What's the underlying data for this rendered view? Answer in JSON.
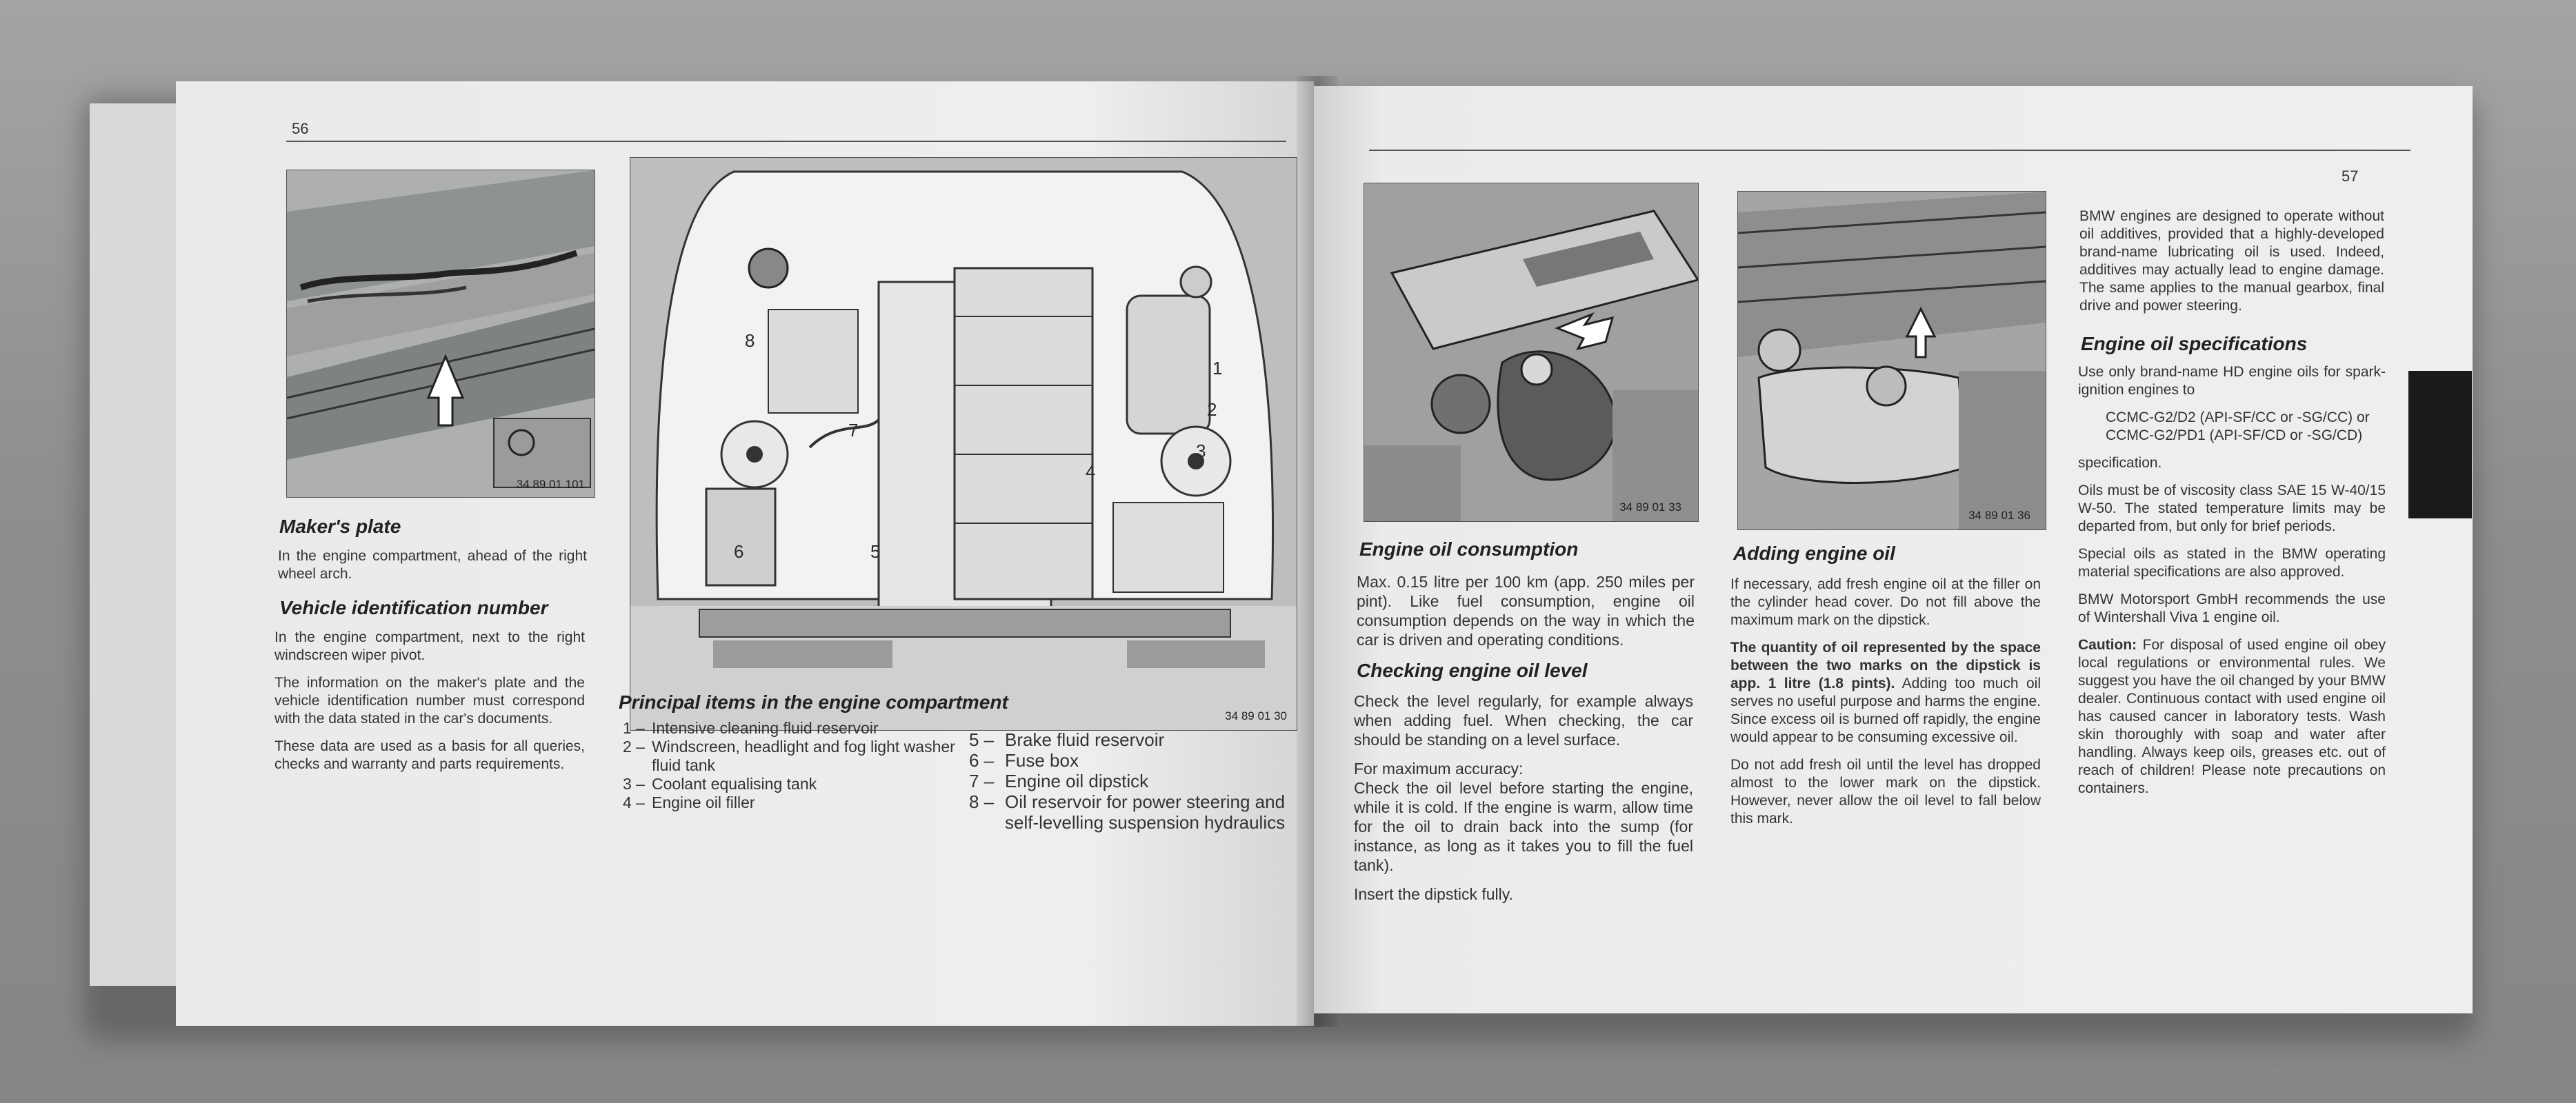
{
  "left_page": {
    "page_number": "56",
    "figure_makers_plate_code": "34 89 01 101",
    "figure_engine_bay_code": "34 89 01 30",
    "callouts": [
      "1",
      "2",
      "3",
      "4",
      "5",
      "6",
      "7",
      "8"
    ],
    "makers_plate": {
      "heading": "Maker's plate",
      "text": "In the engine compartment, ahead of the right wheel arch."
    },
    "vehicle_id": {
      "heading": "Vehicle identification number",
      "paragraphs": [
        "In the engine compartment, next to the right windscreen wiper pivot.",
        "The information on the maker's plate and the vehicle identification number must correspond with the data stated in the car's documents.",
        "These data are used as a basis for all queries, checks and warranty and parts requirements."
      ]
    },
    "principal_items": {
      "heading": "Principal items in the engine compartment",
      "col1": [
        {
          "num": "1 –",
          "text": "Intensive cleaning fluid reservoir"
        },
        {
          "num": "2 –",
          "text": "Windscreen, headlight and fog light washer fluid tank"
        },
        {
          "num": "3 –",
          "text": "Coolant equalising tank"
        },
        {
          "num": "4 –",
          "text": "Engine oil filler"
        }
      ],
      "col2": [
        {
          "num": "5 –",
          "text": "Brake fluid reservoir"
        },
        {
          "num": "6 –",
          "text": "Fuse box"
        },
        {
          "num": "7 –",
          "text": "Engine oil dipstick"
        },
        {
          "num": "8 –",
          "text": "Oil reservoir for power steering and self-levelling suspension hydraulics"
        }
      ]
    }
  },
  "right_page": {
    "page_number": "57",
    "figure_oil_consumption_code": "34 89 01 33",
    "figure_adding_oil_code": "34 89 01 36",
    "oil_consumption": {
      "heading": "Engine oil consumption",
      "text": "Max. 0.15 litre per 100 km (app. 250 miles per pint). Like fuel consumption, engine oil consumption depends on the way in which the car is driven and operating conditions."
    },
    "checking": {
      "heading": "Checking engine oil level",
      "p1": "Check the level regularly, for example always when adding fuel. When checking, the car should be standing on a level surface.",
      "p2": "For maximum accuracy:",
      "p3": "Check the oil level before starting the engine, while it is cold. If the engine is warm, allow time for the oil to drain back into the sump (for instance, as long as it takes you to fill the fuel tank).",
      "p4": "Insert the dipstick fully."
    },
    "adding": {
      "heading": "Adding engine oil",
      "p1": "If necessary, add fresh engine oil at the filler on the cylinder head cover. Do not fill above the maximum mark on the dipstick.",
      "p2_bold": "The quantity of oil represented by the space between the two marks on the dipstick is app. 1 litre (1.8 pints).",
      "p2_rest": " Adding too much oil serves no useful purpose and harms the engine. Since excess oil is burned off rapidly, the engine would appear to be consuming excessive oil.",
      "p3": "Do not add fresh oil until the level has dropped almost to the lower mark on the dipstick. However, never allow the oil level to fall below this mark."
    },
    "additives": {
      "text": "BMW engines are designed to operate without oil additives, provided that a highly-developed brand-name lubricating oil is used. Indeed, additives may actually lead to engine damage. The same applies to the manual gearbox, final drive and power steering."
    },
    "specs": {
      "heading": "Engine oil specifications",
      "p1": "Use only brand-name HD engine oils for spark-ignition engines to",
      "spec1": "CCMC-G2/D2 (API-SF/CC or -SG/CC) or",
      "spec2": "CCMC-G2/PD1 (API-SF/CD or -SG/CD)",
      "p2": "specification.",
      "p3": "Oils must be of viscosity class SAE 15 W-40/15 W-50. The stated temperature limits may be departed from, but only for brief periods.",
      "p4": "Special oils as stated in the BMW operating material specifications are also approved.",
      "p5": "BMW Motorsport GmbH recommends the use of Wintershall Viva 1 engine oil.",
      "caution_label": "Caution:",
      "caution_text": " For disposal of used engine oil obey local regulations or environmental rules. We suggest you have the oil changed by your BMW dealer. Continuous contact with used engine oil has caused cancer in laboratory tests. Wash skin thoroughly with soap and water after handling. Always keep oils, greases etc. out of reach of children! Please note precautions on containers."
    }
  }
}
